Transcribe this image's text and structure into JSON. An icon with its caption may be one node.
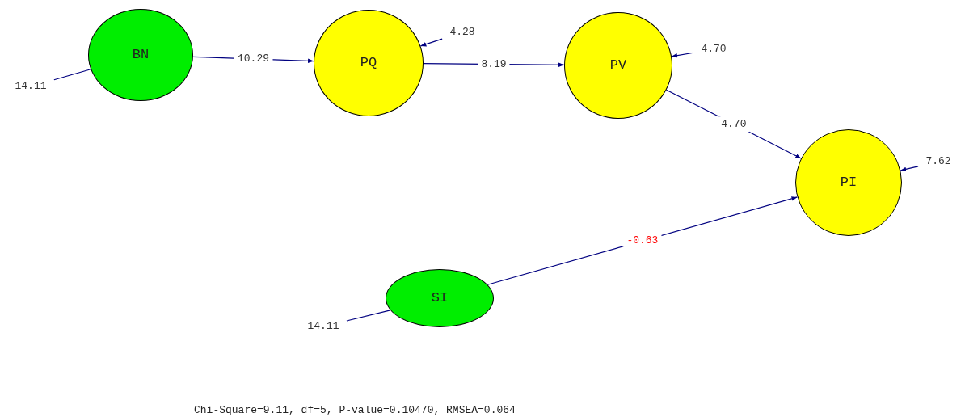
{
  "diagram": {
    "caption": "Chi-Square=9.11, df=5, P-value=0.10470, RMSEA=0.064",
    "nodes": [
      {
        "text": [
          "BN"
        ]
      },
      {
        "text": [
          "PQ"
        ]
      },
      {
        "text": [
          "PV"
        ]
      },
      {
        "text": [
          "PI"
        ]
      },
      {
        "text": [
          "SI"
        ]
      },
      {
        "text": [
          "14.11"
        ]
      },
      {
        "text": [
          "14.11"
        ]
      },
      {
        "text": [
          "4.28"
        ]
      },
      {
        "text": [
          "4.70"
        ]
      },
      {
        "text": [
          "7.62"
        ]
      }
    ],
    "edges": [
      {
        "from": 0,
        "to": 1,
        "arrow": "to",
        "label": "10.29"
      },
      {
        "from": 1,
        "to": 2,
        "arrow": "to",
        "label": "8.19"
      },
      {
        "from": 2,
        "to": 3,
        "arrow": "to",
        "label": "4.70"
      },
      {
        "from": 4,
        "to": 3,
        "arrow": "to",
        "label": "-0.63"
      },
      {
        "from": 5,
        "to": 0,
        "arrow": "none"
      },
      {
        "from": 6,
        "to": 4,
        "arrow": "none"
      },
      {
        "from": 7,
        "to": 1,
        "arrow": "to"
      },
      {
        "from": 8,
        "to": 2,
        "arrow": "to"
      },
      {
        "from": 9,
        "to": 3,
        "arrow": "to"
      }
    ]
  }
}
